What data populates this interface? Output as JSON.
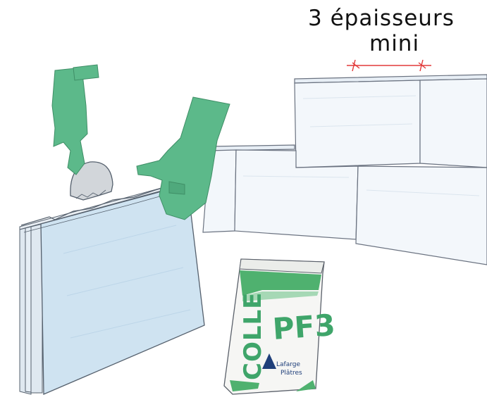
{
  "annotation": {
    "line1": "3 épaisseurs",
    "line2": "mini"
  },
  "bag": {
    "product_vertical": "COLLE",
    "product_code": "PF3",
    "brand_line1": "Lafarge",
    "brand_line2": "Plâtres"
  },
  "colors": {
    "glove": "#5cb98a",
    "panel": "#cfe3f1",
    "block": "#f2f7fb",
    "dimension_line": "#e23a3a",
    "bag_band": "#4fb16f"
  },
  "icons": {
    "saw": "circular-saw-blade",
    "hands": "gloved-hands"
  }
}
